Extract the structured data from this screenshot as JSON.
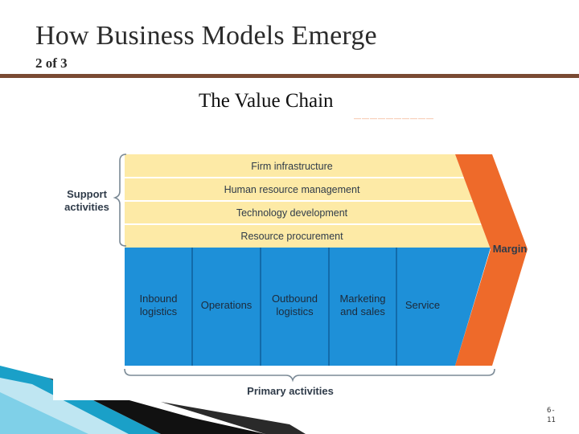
{
  "slide": {
    "title": "How Business Models Emerge",
    "subtitle": "2 of 3",
    "caption": "The Value Chain",
    "page_number": "6-\n11"
  },
  "diagram": {
    "support_label_line1": "Support",
    "support_label_line2": "activities",
    "support_activities": [
      "Firm infrastructure",
      "Human resource management",
      "Technology development",
      "Resource procurement"
    ],
    "primary_activities": [
      [
        "Inbound",
        "logistics"
      ],
      [
        "Operations"
      ],
      [
        "Outbound",
        "logistics"
      ],
      [
        "Marketing",
        "and sales"
      ],
      [
        "Service"
      ]
    ],
    "margin_label": "Margin",
    "primary_label": "Primary activities"
  },
  "colors": {
    "support_fill": "#fdeaa6",
    "primary_fill": "#1e90d8",
    "margin_fill": "#ee6a2a",
    "title_rule": "#7a4a33",
    "label_text": "#2f3b49"
  }
}
